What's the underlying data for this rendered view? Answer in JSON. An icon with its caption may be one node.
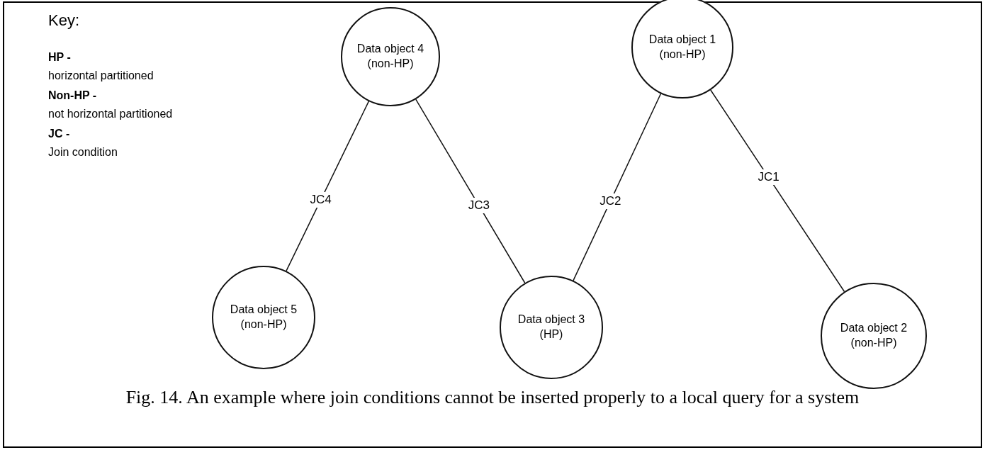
{
  "diagram": {
    "caption": "Fig. 14. An example where join conditions cannot be inserted properly to a local query for a system",
    "nodes": [
      {
        "text": [
          "Data object 4 (non-HP)"
        ]
      },
      {
        "text": [
          "Data object 1 (non-HP)"
        ]
      },
      {
        "text": [
          "Data object 5 (non-HP)"
        ]
      },
      {
        "text": [
          "Data object 3 (HP)"
        ]
      },
      {
        "text": [
          "Data object 2 (non-HP)"
        ]
      }
    ],
    "edges": [
      {
        "from": 0,
        "to": 2,
        "arrow": "none",
        "label": "JC4"
      },
      {
        "from": 0,
        "to": 3,
        "arrow": "none",
        "label": "JC3"
      },
      {
        "from": 3,
        "to": 1,
        "arrow": "none",
        "label": "JC2"
      },
      {
        "from": 1,
        "to": 4,
        "arrow": "none",
        "label": "JC1"
      }
    ],
    "labels": [
      "Key:",
      "HP -",
      "horizontal partitioned",
      "Non-HP -",
      "not horizontal partitioned",
      "JC -",
      "Join condition"
    ]
  }
}
